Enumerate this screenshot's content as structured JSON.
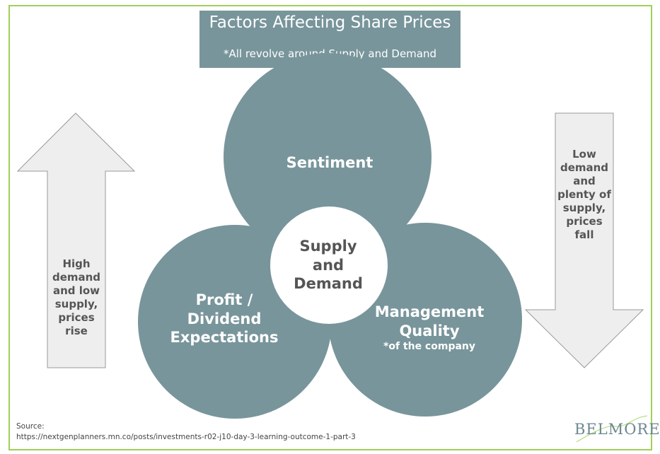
{
  "title": "Factors Affecting Share Prices",
  "subtitle": "*All revolve around Supply and Demand",
  "circles": {
    "top": "Sentiment",
    "center": "Supply and Demand",
    "left": "Profit / Dividend Expectations",
    "right": "Management Quality",
    "right_note": "*of the company"
  },
  "arrows": {
    "up": "High demand and low supply, prices rise",
    "down": "Low demand and plenty of supply, prices fall"
  },
  "source_label": "Source:",
  "source_url": "https://nextgenplanners.mn.co/posts/investments-r02-j10-day-3-learning-outcome-1-part-3",
  "logo": "BELMORE",
  "colors": {
    "circle": "#78959b",
    "frame": "#9fcf5a",
    "arrow": "#eeeeee"
  }
}
